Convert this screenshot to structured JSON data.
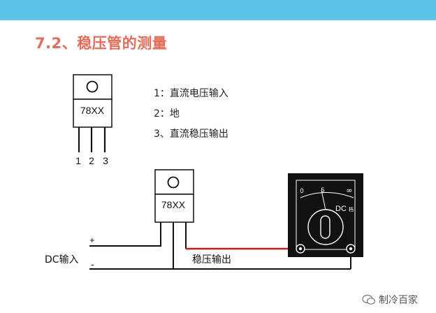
{
  "header": {
    "title": "7.2、稳压管的测量"
  },
  "regulator": {
    "part_label": "78XX",
    "pin_numbers": [
      "1",
      "2",
      "3"
    ]
  },
  "pin_legend": [
    "1：直流电压输入",
    "2：地",
    "3、直流稳压输出"
  ],
  "circuit": {
    "plus_sign": "+",
    "minus_sign": "-",
    "input_label": "DC输入",
    "output_label": "稳压输出"
  },
  "meter": {
    "scale_zero": "0",
    "scale_mid": "5",
    "scale_inf": "∞",
    "mode_label": "DC",
    "mode_suffix": "档"
  },
  "watermark": {
    "text": "制冷百家"
  },
  "colors": {
    "accent_bar": "#5bc4e6",
    "title": "#e36c5b",
    "probe_wire": "#c81e1e"
  }
}
